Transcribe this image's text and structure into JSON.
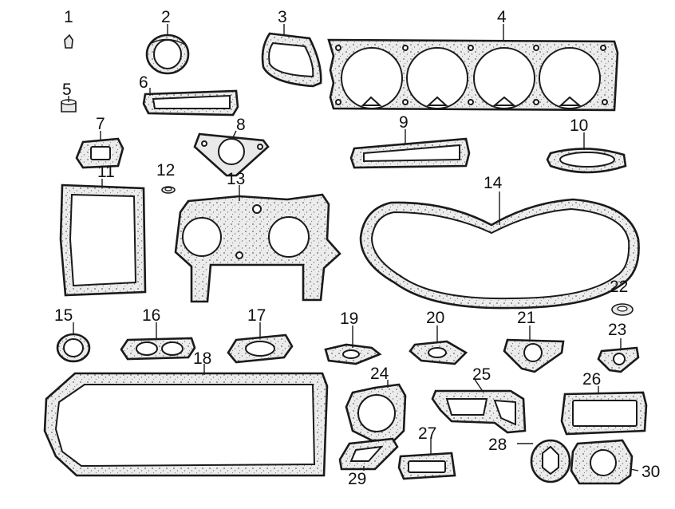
{
  "labels": [
    "1",
    "2",
    "3",
    "4",
    "5",
    "6",
    "7",
    "8",
    "9",
    "10",
    "11",
    "12",
    "13",
    "14",
    "15",
    "16",
    "17",
    "18",
    "19",
    "20",
    "21",
    "22",
    "23",
    "24",
    "25",
    "26",
    "27",
    "28",
    "29",
    "30"
  ],
  "colors": {
    "line": "#1a1a1a",
    "fill": "#e9e9e9",
    "background": "#ffffff"
  }
}
